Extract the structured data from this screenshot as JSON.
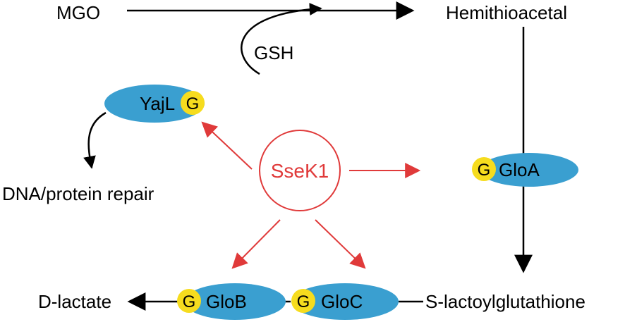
{
  "nodes": {
    "mgo": "MGO",
    "gsh": "GSH",
    "hemithioacetal": "Hemithioacetal",
    "dna_repair": "DNA/protein repair",
    "d_lactate": "D-lactate",
    "s_lactoyl": "S-lactoylglutathione",
    "ssek1": "SseK1"
  },
  "enzymes": {
    "yajl": "YajL",
    "gloa": "GloA",
    "glob": "GloB",
    "gloc": "GloC",
    "glyco_mark": "G"
  },
  "colors": {
    "enzyme_fill": "#3a9fd0",
    "glyco_fill": "#f6dc1e",
    "ssek_stroke": "#e03a3a",
    "ssek_text": "#e03a3a",
    "red_arrow": "#e03a3a",
    "black_arrow": "#000000"
  }
}
